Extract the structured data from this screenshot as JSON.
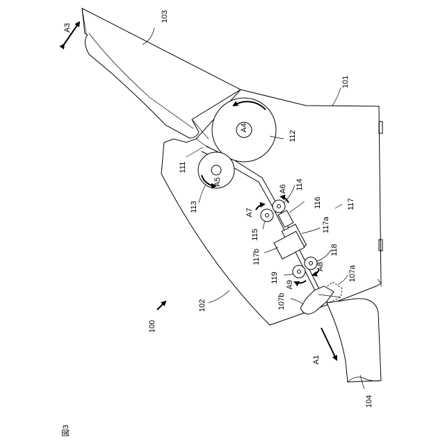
{
  "figure": {
    "caption": "図3",
    "labels": {
      "l100": "100",
      "l101": "101",
      "l102": "102",
      "l103": "103",
      "l104": "104",
      "l107a": "107a",
      "l107b": "107b",
      "l111": "111",
      "l112": "112",
      "l113": "113",
      "l114": "114",
      "l115": "115",
      "l116": "116",
      "l117": "117",
      "l117a": "117a",
      "l117b": "117b",
      "l118": "118",
      "l119": "119",
      "A1": "A1",
      "A3": "A3",
      "A4": "A4",
      "A5": "A5",
      "A6": "A6",
      "A7": "A7",
      "A8": "A8",
      "A9": "A9"
    }
  }
}
